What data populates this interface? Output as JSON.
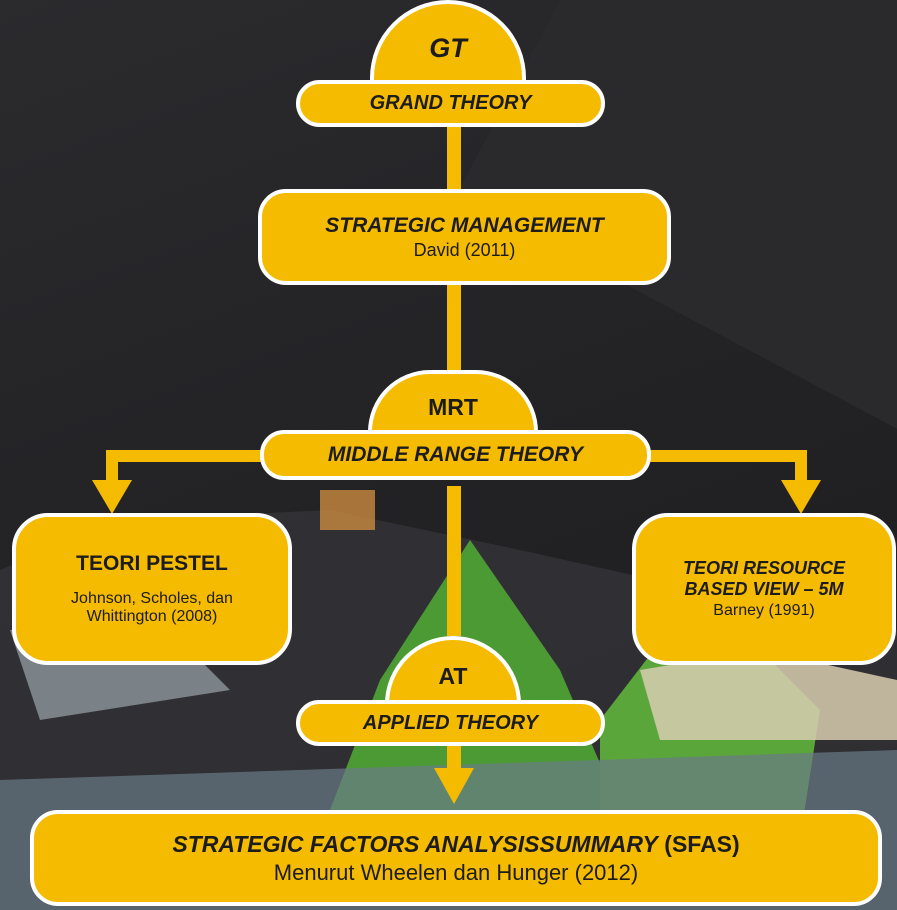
{
  "colors": {
    "accent": "#f5bb00",
    "border": "#ffffff",
    "text": "#1c1c1c",
    "background": "#1f1f21"
  },
  "gt": {
    "abbr": "GT",
    "label": "GRAND THEORY"
  },
  "strategic": {
    "title": "STRATEGIC MANAGEMENT",
    "source": "David (2011)"
  },
  "mrt": {
    "abbr": "MRT",
    "label": "MIDDLE RANGE THEORY"
  },
  "pestel": {
    "title": "TEORI PESTEL",
    "source_line1": "Johnson, Scholes, dan",
    "source_line2": "Whittington (2008)"
  },
  "rbv": {
    "title_line1": "TEORI RESOURCE",
    "title_line2": "BASED VIEW – 5M",
    "source": "Barney (1991)"
  },
  "at": {
    "abbr": "AT",
    "label": "APPLIED THEORY"
  },
  "sfas": {
    "title_italic": "STRATEGIC FACTORS ANALYSISSUMMARY",
    "title_abbr": "(SFAS)",
    "source": "Menurut Wheelen dan Hunger (2012)"
  }
}
